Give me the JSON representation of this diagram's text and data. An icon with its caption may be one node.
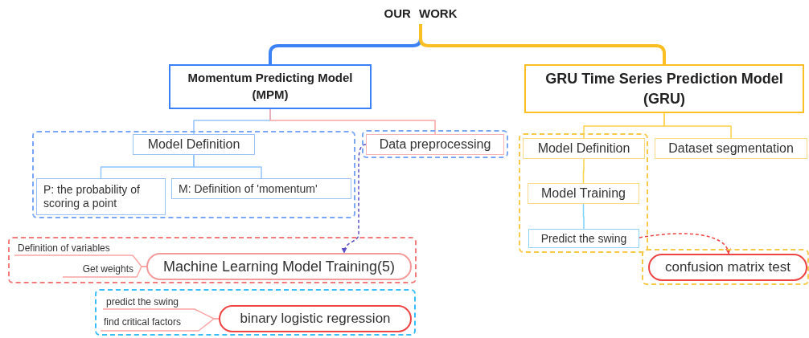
{
  "diagram": {
    "nodes": [
      {
        "text": [
          "OUR WORK"
        ]
      },
      {
        "text": [
          "Momentum Predicting Model (MPM)"
        ]
      },
      {
        "text": [
          "GRU Time Series Prediction Model (GRU)"
        ]
      },
      {
        "text": [],
        "shape": "box"
      },
      {
        "text": [
          "Model Definition"
        ],
        "in": 3
      },
      {
        "text": [
          "P: the probability of scoring a point"
        ],
        "in": 3
      },
      {
        "text": [
          "M: Definition of 'momentum'"
        ],
        "in": 3
      },
      {
        "text": [],
        "shape": "box"
      },
      {
        "text": [
          "Data preprocessing"
        ],
        "in": 7
      },
      {
        "text": [],
        "shape": "box"
      },
      {
        "text": [
          "Model Definition"
        ],
        "in": 9
      },
      {
        "text": [
          "Model Training"
        ],
        "in": 9
      },
      {
        "text": [
          "Predict the swing"
        ],
        "in": 9
      },
      {
        "text": [
          "Dataset segmentation"
        ]
      },
      {
        "text": [],
        "shape": "box"
      },
      {
        "text": [
          "Definition of variables"
        ],
        "in": 14
      },
      {
        "text": [
          "Get weights"
        ],
        "in": 14
      },
      {
        "text": [
          "Machine Learning Model Training(5)"
        ],
        "in": 14
      },
      {
        "text": [],
        "shape": "box"
      },
      {
        "text": [
          "predict the swing"
        ],
        "in": 18
      },
      {
        "text": [
          "find critical factors"
        ],
        "in": 18
      },
      {
        "text": [
          "binary logistic regression"
        ],
        "in": 18
      },
      {
        "text": [],
        "shape": "box"
      },
      {
        "text": [
          "confusion matrix test"
        ],
        "in": 22
      }
    ],
    "edges": [
      {
        "from": 0,
        "to": 1,
        "arrow": "none",
        "style": "thick",
        "color": "#3b82f6"
      },
      {
        "from": 0,
        "to": 2,
        "arrow": "none",
        "style": "thick",
        "color": "#fbbf24"
      },
      {
        "from": 1,
        "to": 4,
        "arrow": "none",
        "color": "#93c5fd"
      },
      {
        "from": 1,
        "to": 8,
        "arrow": "none",
        "color": "#fca5a5"
      },
      {
        "from": 4,
        "to": 5,
        "arrow": "none",
        "color": "#93c5fd"
      },
      {
        "from": 4,
        "to": 6,
        "arrow": "none",
        "color": "#93c5fd"
      },
      {
        "from": 2,
        "to": 10,
        "arrow": "none",
        "color": "#fcd34d"
      },
      {
        "from": 2,
        "to": 13,
        "arrow": "none",
        "color": "#fcd34d"
      },
      {
        "from": 10,
        "to": 11,
        "arrow": "none",
        "color": "#fcd34d"
      },
      {
        "from": 11,
        "to": 12,
        "arrow": "none",
        "color": "#7dd3fc"
      },
      {
        "from": 8,
        "to": 17,
        "arrow": "to",
        "style": "dashed",
        "color": "#5b4fc4"
      },
      {
        "from": 12,
        "to": 23,
        "arrow": "to",
        "style": "dashed",
        "color": "#ef4444"
      },
      {
        "from": 17,
        "to": 15,
        "arrow": "none",
        "color": "#fca5a5"
      },
      {
        "from": 17,
        "to": 16,
        "arrow": "none",
        "color": "#fca5a5"
      },
      {
        "from": 21,
        "to": 19,
        "arrow": "none",
        "color": "#fca5a5"
      },
      {
        "from": 21,
        "to": 20,
        "arrow": "none",
        "color": "#fca5a5"
      }
    ]
  }
}
